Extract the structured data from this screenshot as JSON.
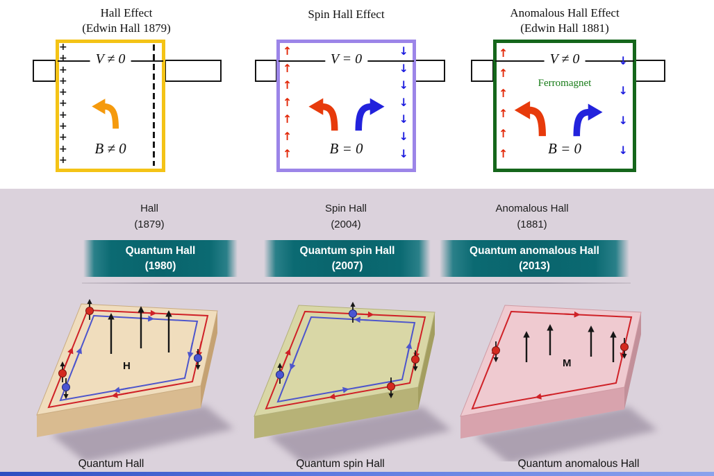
{
  "icons": {
    "up_arrow": "↑",
    "down_arrow": "↓",
    "plus_sign": "+"
  },
  "panels": [
    {
      "title_line1": "Hall Effect",
      "title_line2": "(Edwin Hall 1879)",
      "voltage_label": "V ≠ 0",
      "field_label": "B ≠ 0"
    },
    {
      "title_line1": "Spin Hall Effect",
      "title_line2": "",
      "voltage_label": "V = 0",
      "field_label": "B = 0"
    },
    {
      "title_line1": "Anomalous Hall Effect",
      "title_line2": "(Edwin Hall 1881)",
      "voltage_label": "V ≠ 0",
      "field_label": "B = 0",
      "material_label": "Ferromagnet"
    }
  ],
  "timeline": {
    "columns": [
      {
        "classic_name": "Hall",
        "classic_year": "(1879)",
        "quantum_name": "Quantum Hall",
        "quantum_year": "(1980)"
      },
      {
        "classic_name": "Spin Hall",
        "classic_year": "(2004)",
        "quantum_name": "Quantum spin Hall",
        "quantum_year": "(2007)"
      },
      {
        "classic_name": "Anomalous Hall",
        "classic_year": "(1881)",
        "quantum_name": "Quantum anomalous Hall",
        "quantum_year": "(2013)"
      }
    ]
  },
  "slabs": [
    {
      "label": "Quantum Hall",
      "field_symbol": "H"
    },
    {
      "label": "Quantum spin Hall",
      "field_symbol": ""
    },
    {
      "label": "Quantum anomalous Hall",
      "field_symbol": "M"
    }
  ],
  "colors": {
    "hall_border": "#f4c316",
    "spin_border": "#9c85e8",
    "anomalous_border": "#15661b",
    "ferromagnet_text": "#157a15",
    "banner_teal": "#0a646c",
    "bottom_background": "#dbd2dc",
    "orange_arrow": "#f59a0d",
    "red_arrow": "#e73a0b",
    "blue_arrow": "#2222dc"
  }
}
